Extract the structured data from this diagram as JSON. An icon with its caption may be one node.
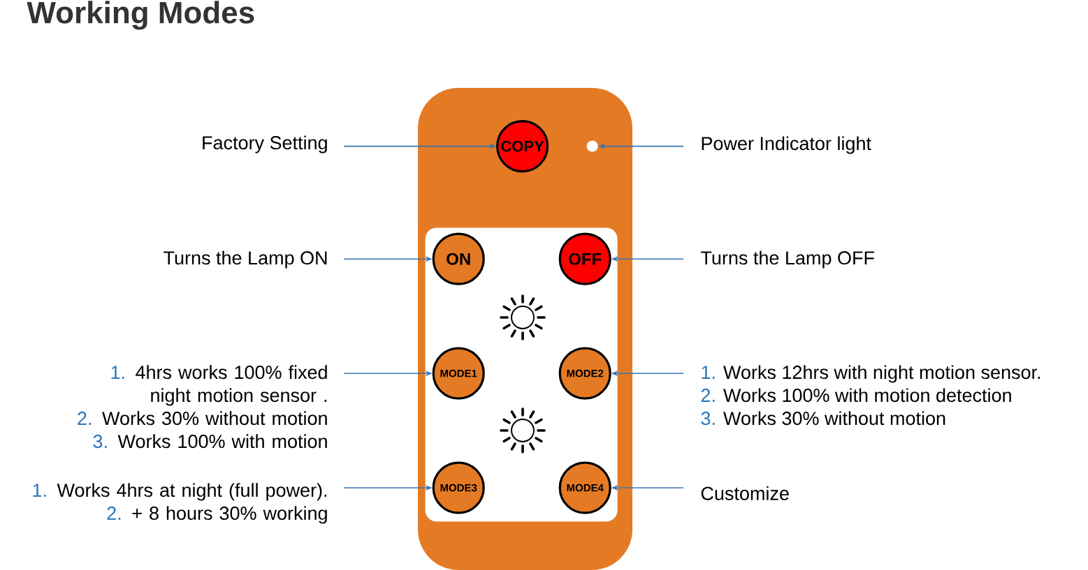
{
  "diagram": {
    "title": "Working Modes",
    "nodes": [
      {
        "text": [],
        "shape": "box"
      },
      {
        "text": [],
        "shape": "box",
        "in": 0
      },
      {
        "text": [
          "COPY"
        ],
        "in": 0
      },
      {
        "text": [],
        "shape": "circle",
        "in": 0
      },
      {
        "text": [
          "ON"
        ],
        "in": 1
      },
      {
        "text": [
          "OFF"
        ],
        "in": 1
      },
      {
        "text": [
          "MODE1"
        ],
        "in": 1
      },
      {
        "text": [
          "MODE2"
        ],
        "in": 1
      },
      {
        "text": [
          "MODE3"
        ],
        "in": 1
      },
      {
        "text": [
          "MODE4"
        ],
        "in": 1
      },
      {
        "text": [
          "Factory Setting"
        ]
      },
      {
        "text": [
          "Power Indicator light"
        ]
      },
      {
        "text": [
          "Turns the Lamp ON"
        ]
      },
      {
        "text": [
          "Turns the Lamp OFF"
        ]
      },
      {
        "text": [
          "1.",
          "4hrs works 100% fixed night motion sensor .",
          "2.",
          "Works 30% without motion",
          "3.",
          "Works 100% with motion"
        ]
      },
      {
        "text": [
          "1.",
          "Works 12hrs with night motion sensor.",
          "2.",
          "Works 100% with motion detection",
          "3.",
          "Works 30% without motion"
        ]
      },
      {
        "text": [
          "1.",
          "Works 4hrs at night (full power).",
          "2.",
          "+ 8 hours 30% working"
        ]
      },
      {
        "text": [
          "Customize"
        ]
      }
    ],
    "edges": [
      {
        "from": 10,
        "to": 2,
        "arrow": "to"
      },
      {
        "from": 11,
        "to": 3,
        "arrow": "to"
      },
      {
        "from": 12,
        "to": 4,
        "arrow": "to"
      },
      {
        "from": 13,
        "to": 5,
        "arrow": "to"
      },
      {
        "from": 14,
        "to": 6,
        "arrow": "to"
      },
      {
        "from": 15,
        "to": 7,
        "arrow": "to"
      },
      {
        "from": 16,
        "to": 8,
        "arrow": "to"
      },
      {
        "from": 17,
        "to": 9,
        "arrow": "to"
      }
    ]
  }
}
